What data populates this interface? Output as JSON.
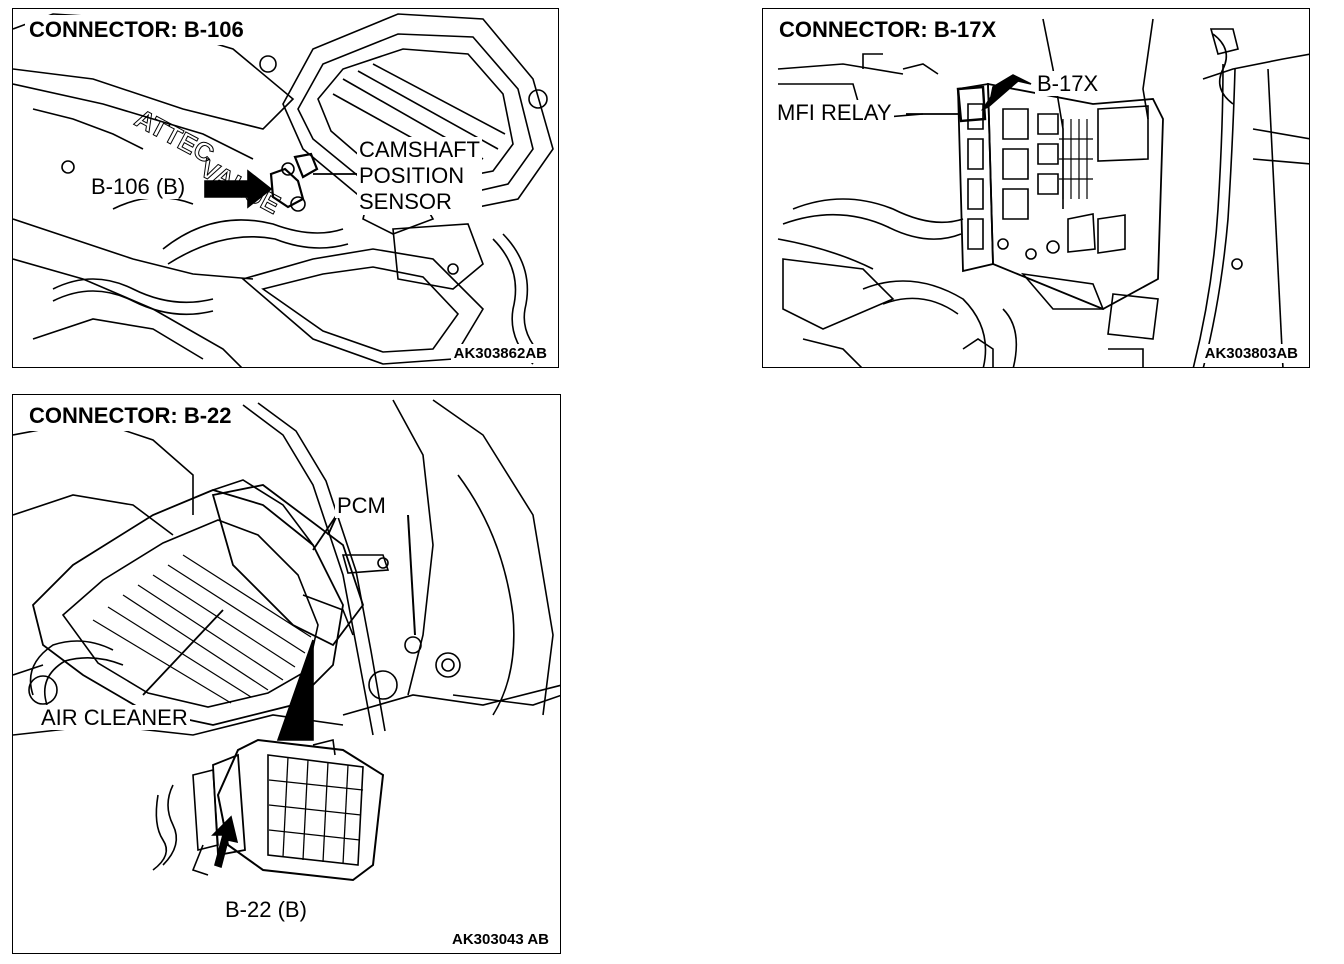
{
  "panels": [
    {
      "title": "CONNECTOR: B-106",
      "code": "AK303862AB",
      "labels": {
        "connector": "B-106 (B)",
        "sensor_lines": [
          "CAMSHAFT",
          "POSITION",
          "SENSOR"
        ]
      }
    },
    {
      "title": "CONNECTOR: B-17X",
      "code": "AK303803AB",
      "labels": {
        "connector": "B-17X",
        "relay": "MFI RELAY"
      }
    },
    {
      "title": "CONNECTOR: B-22",
      "code": "AK303043 AB",
      "labels": {
        "pcm": "PCM",
        "air_cleaner": "AIR CLEANER",
        "connector": "B-22 (B)"
      }
    }
  ]
}
